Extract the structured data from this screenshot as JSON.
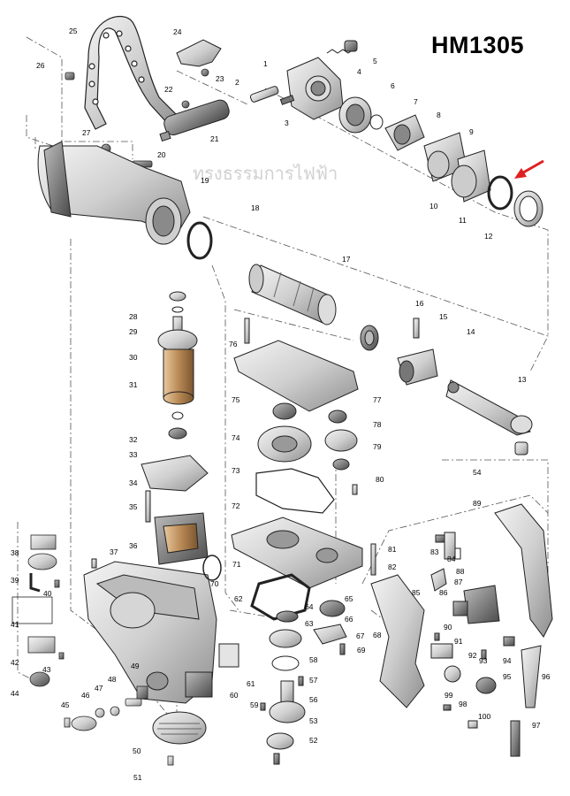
{
  "title": "HM1305",
  "watermark": "ทรงธรรมการไฟฟ้า",
  "highlight": {
    "part": "11",
    "arrow_color": "#e02020"
  },
  "parts": [
    {
      "n": "1"
    },
    {
      "n": "2"
    },
    {
      "n": "3"
    },
    {
      "n": "4"
    },
    {
      "n": "5"
    },
    {
      "n": "6"
    },
    {
      "n": "7"
    },
    {
      "n": "8"
    },
    {
      "n": "9"
    },
    {
      "n": "10"
    },
    {
      "n": "11"
    },
    {
      "n": "12"
    },
    {
      "n": "13"
    },
    {
      "n": "14"
    },
    {
      "n": "15"
    },
    {
      "n": "16"
    },
    {
      "n": "17"
    },
    {
      "n": "18"
    },
    {
      "n": "19"
    },
    {
      "n": "20"
    },
    {
      "n": "21"
    },
    {
      "n": "22"
    },
    {
      "n": "23"
    },
    {
      "n": "24"
    },
    {
      "n": "25"
    },
    {
      "n": "26"
    },
    {
      "n": "27"
    },
    {
      "n": "28"
    },
    {
      "n": "29"
    },
    {
      "n": "30"
    },
    {
      "n": "31"
    },
    {
      "n": "32"
    },
    {
      "n": "33"
    },
    {
      "n": "34"
    },
    {
      "n": "35"
    },
    {
      "n": "36"
    },
    {
      "n": "37"
    },
    {
      "n": "38"
    },
    {
      "n": "39"
    },
    {
      "n": "40"
    },
    {
      "n": "41"
    },
    {
      "n": "42"
    },
    {
      "n": "43"
    },
    {
      "n": "44"
    },
    {
      "n": "45"
    },
    {
      "n": "46"
    },
    {
      "n": "47"
    },
    {
      "n": "48"
    },
    {
      "n": "49"
    },
    {
      "n": "50"
    },
    {
      "n": "51"
    },
    {
      "n": "52"
    },
    {
      "n": "53"
    },
    {
      "n": "54"
    },
    {
      "n": "56"
    },
    {
      "n": "57"
    },
    {
      "n": "58"
    },
    {
      "n": "59"
    },
    {
      "n": "60"
    },
    {
      "n": "61"
    },
    {
      "n": "62"
    },
    {
      "n": "63"
    },
    {
      "n": "64"
    },
    {
      "n": "65"
    },
    {
      "n": "66"
    },
    {
      "n": "67"
    },
    {
      "n": "68"
    },
    {
      "n": "69"
    },
    {
      "n": "70"
    },
    {
      "n": "71"
    },
    {
      "n": "72"
    },
    {
      "n": "73"
    },
    {
      "n": "74"
    },
    {
      "n": "75"
    },
    {
      "n": "76"
    },
    {
      "n": "77"
    },
    {
      "n": "78"
    },
    {
      "n": "79"
    },
    {
      "n": "80"
    },
    {
      "n": "81"
    },
    {
      "n": "82"
    },
    {
      "n": "83"
    },
    {
      "n": "84"
    },
    {
      "n": "85"
    },
    {
      "n": "86"
    },
    {
      "n": "87"
    },
    {
      "n": "88"
    },
    {
      "n": "89"
    },
    {
      "n": "90"
    },
    {
      "n": "91"
    },
    {
      "n": "92"
    },
    {
      "n": "93"
    },
    {
      "n": "94"
    },
    {
      "n": "95"
    },
    {
      "n": "96"
    },
    {
      "n": "97"
    },
    {
      "n": "98"
    },
    {
      "n": "99"
    },
    {
      "n": "100"
    }
  ]
}
